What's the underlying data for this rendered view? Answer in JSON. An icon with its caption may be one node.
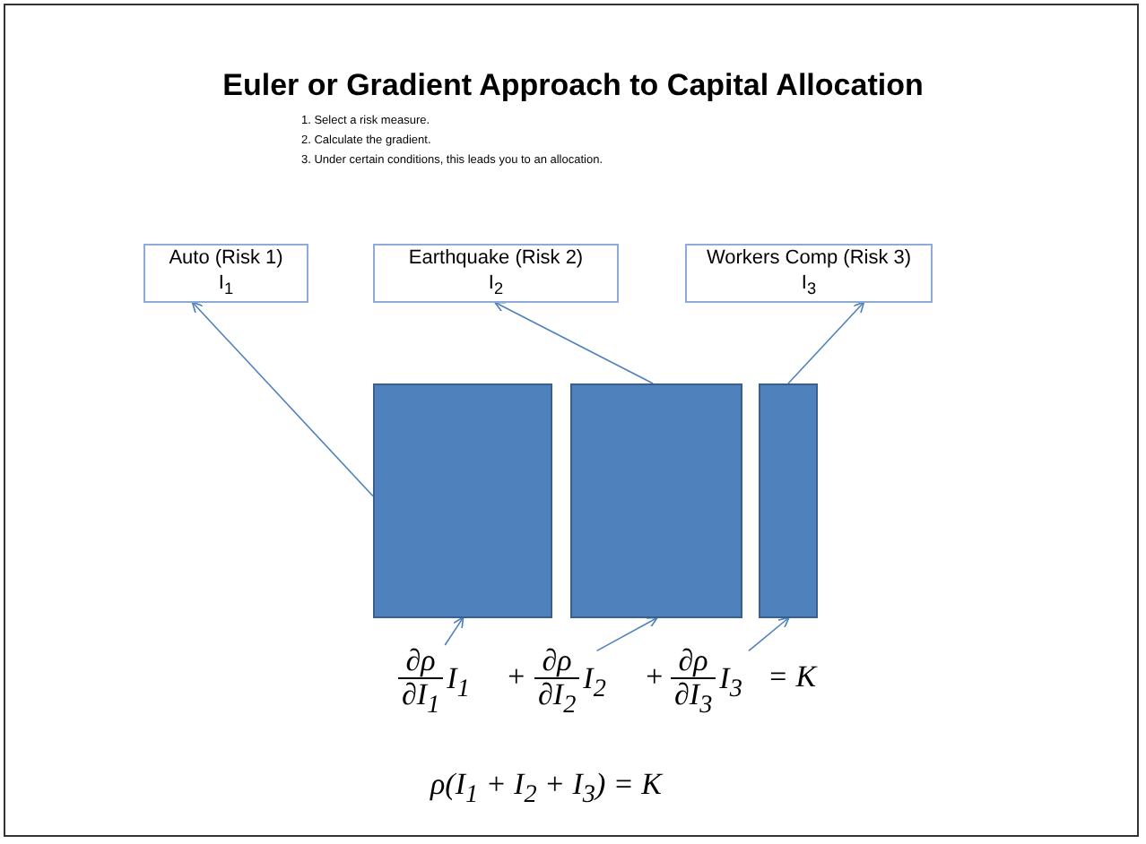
{
  "diagram": {
    "title": "Euler or Gradient Approach to Capital Allocation",
    "nodes": [
      {
        "text": [
          "Auto (Risk 1)",
          "I$_{1}$"
        ]
      },
      {
        "text": [
          "Earthquake (Risk 2)",
          "I$_{2}$"
        ]
      },
      {
        "text": [
          "Workers Comp (Risk 3)",
          "I$_{3}$"
        ]
      },
      {
        "text": [],
        "shape": "bar"
      },
      {
        "text": [],
        "shape": "bar"
      },
      {
        "text": [],
        "shape": "bar"
      },
      {
        "text": [
          "∂ρ",
          "∂I$_{1}$",
          "I$_{1}$"
        ]
      },
      {
        "text": [
          "∂ρ",
          "∂I$_{2}$",
          "I$_{2}$"
        ]
      },
      {
        "text": [
          "∂ρ",
          "∂I$_{3}$",
          "I$_{3}$"
        ]
      }
    ],
    "edges": [
      {
        "from": 3,
        "to": 0,
        "arrow": "to"
      },
      {
        "from": 4,
        "to": 1,
        "arrow": "to"
      },
      {
        "from": 5,
        "to": 2,
        "arrow": "to"
      },
      {
        "from": 6,
        "to": 3,
        "arrow": "to"
      },
      {
        "from": 7,
        "to": 4,
        "arrow": "to"
      },
      {
        "from": 8,
        "to": 5,
        "arrow": "to"
      }
    ],
    "labels": [
      "1. Select a risk measure.",
      "2. Calculate the gradient.",
      "3. Under certain conditions, this leads you to an allocation.",
      "+",
      "+",
      "= K",
      "ρ(I$_{1}$ + I$_{2}$ + I$_{3}$) = K"
    ]
  }
}
